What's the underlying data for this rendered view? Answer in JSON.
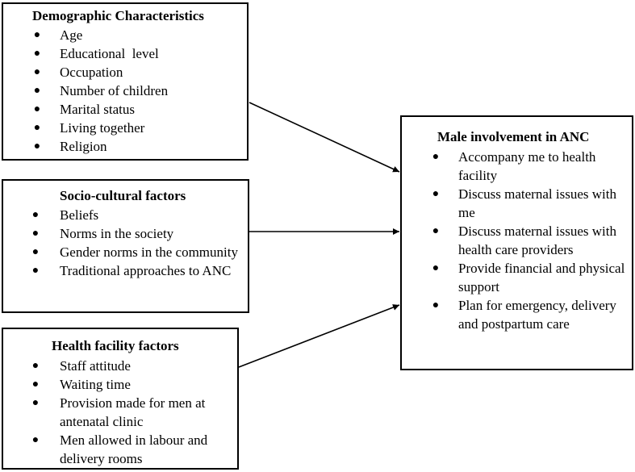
{
  "demographic": {
    "title": "Demographic Characteristics",
    "items": [
      "Age",
      "Educational  level",
      "Occupation",
      "Number of children",
      "Marital status",
      "Living together",
      "Religion"
    ]
  },
  "sociocultural": {
    "title": "Socio-cultural factors",
    "items": [
      "Beliefs",
      "Norms in the society",
      "Gender norms in the community",
      "Traditional approaches to ANC"
    ]
  },
  "health_facility": {
    "title": "Health facility factors",
    "items": [
      "Staff attitude",
      "Waiting time",
      "Provision made for men at antenatal clinic",
      "Men allowed in labour and delivery rooms"
    ]
  },
  "male_involvement": {
    "title": "Male involvement in ANC",
    "items": [
      "Accompany me to health facility",
      "Discuss maternal issues with me",
      "Discuss maternal issues with health care providers",
      "Provide financial and physical support",
      "Plan for emergency, delivery and postpartum care"
    ]
  },
  "bullet_glyph": "●",
  "colors": {
    "ink": "#000000",
    "background": "#ffffff"
  }
}
